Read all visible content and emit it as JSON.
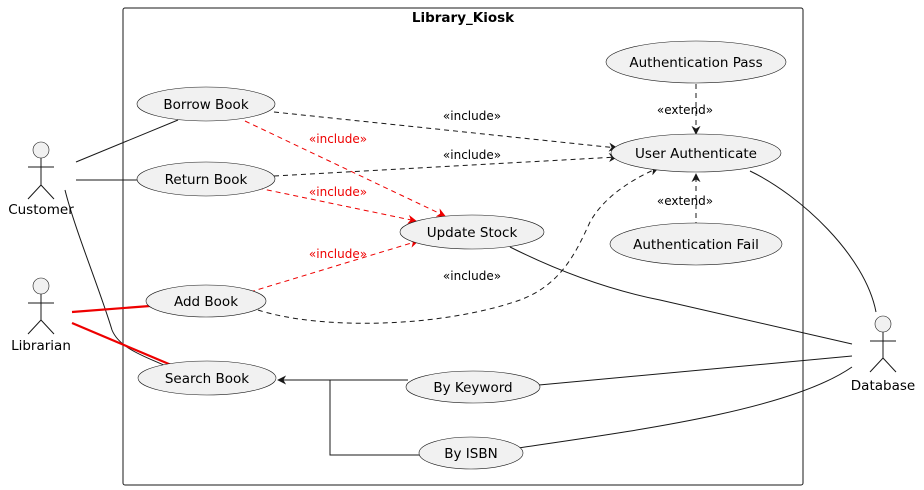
{
  "system": {
    "title": "Library_Kiosk"
  },
  "actors": {
    "customer": "Customer",
    "librarian": "Librarian",
    "database": "Database"
  },
  "usecases": {
    "borrow_book": "Borrow Book",
    "return_book": "Return Book",
    "add_book": "Add Book",
    "search_book": "Search Book",
    "update_stock": "Update Stock",
    "user_authenticate": "User Authenticate",
    "authentication_pass": "Authentication Pass",
    "authentication_fail": "Authentication Fail",
    "by_keyword": "By Keyword",
    "by_isbn": "By ISBN"
  },
  "relations": {
    "include": "«include»",
    "extend": "«extend»"
  },
  "colors": {
    "highlight": "#ee0000",
    "usecase_fill": "#f1f1f1",
    "stroke": "#181818"
  }
}
